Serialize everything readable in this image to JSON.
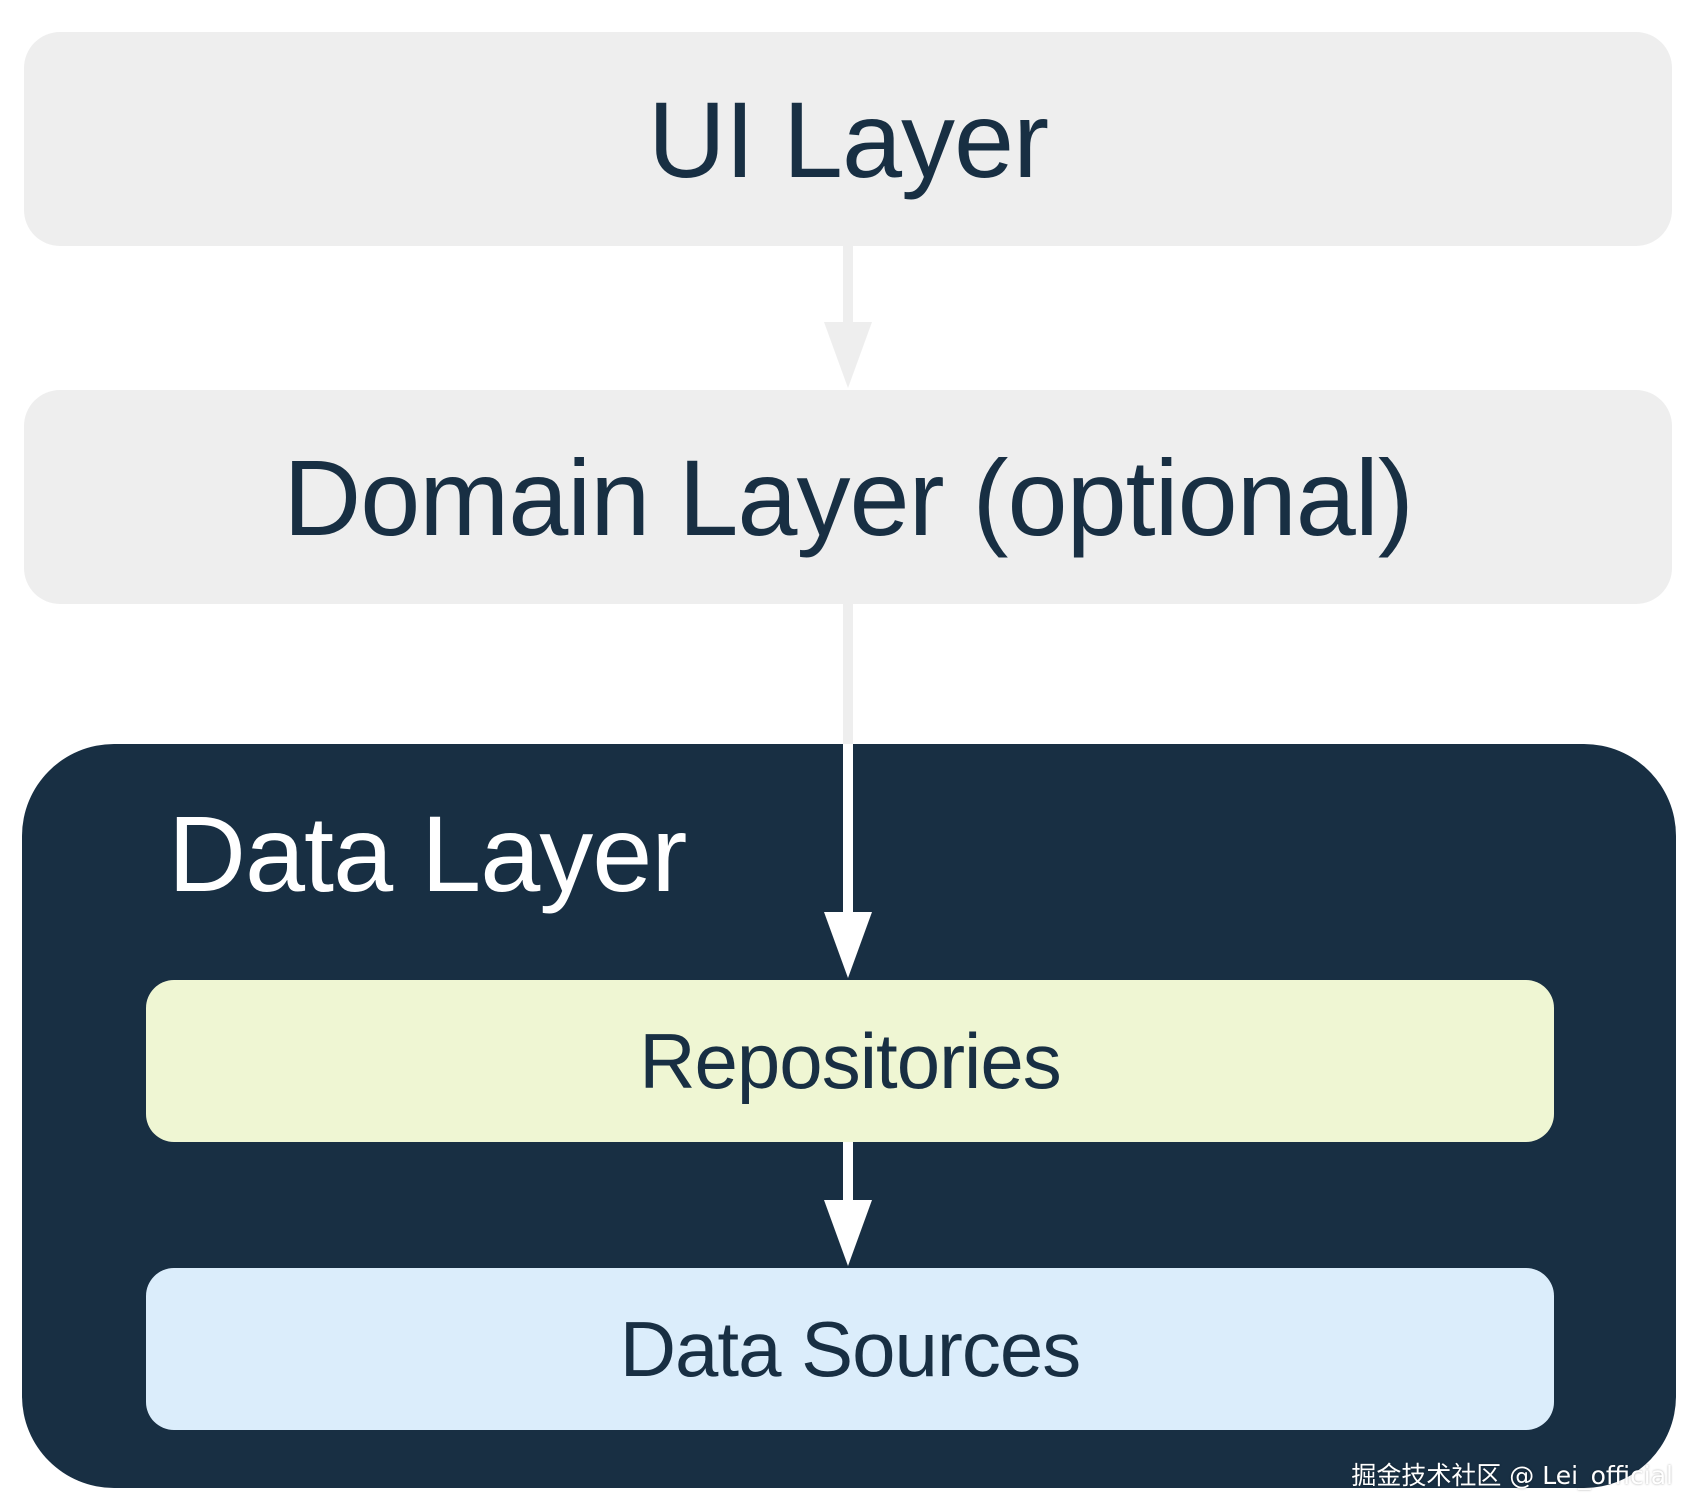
{
  "layers": {
    "ui": {
      "label": "UI Layer"
    },
    "domain": {
      "label": "Domain Layer (optional)"
    },
    "data": {
      "label": "Data Layer",
      "repositories": {
        "label": "Repositories"
      },
      "data_sources": {
        "label": "Data Sources"
      }
    }
  },
  "watermark": "掘金技术社区 @ Lei_official",
  "colors": {
    "light_box": "#eeeeee",
    "data_layer_bg": "#182f43",
    "repositories_bg": "#eff6d3",
    "data_sources_bg": "#dbedfb",
    "dark_text": "#182f43",
    "white_text": "#ffffff",
    "arrow_light": "#eeeeee",
    "arrow_white": "#ffffff"
  }
}
